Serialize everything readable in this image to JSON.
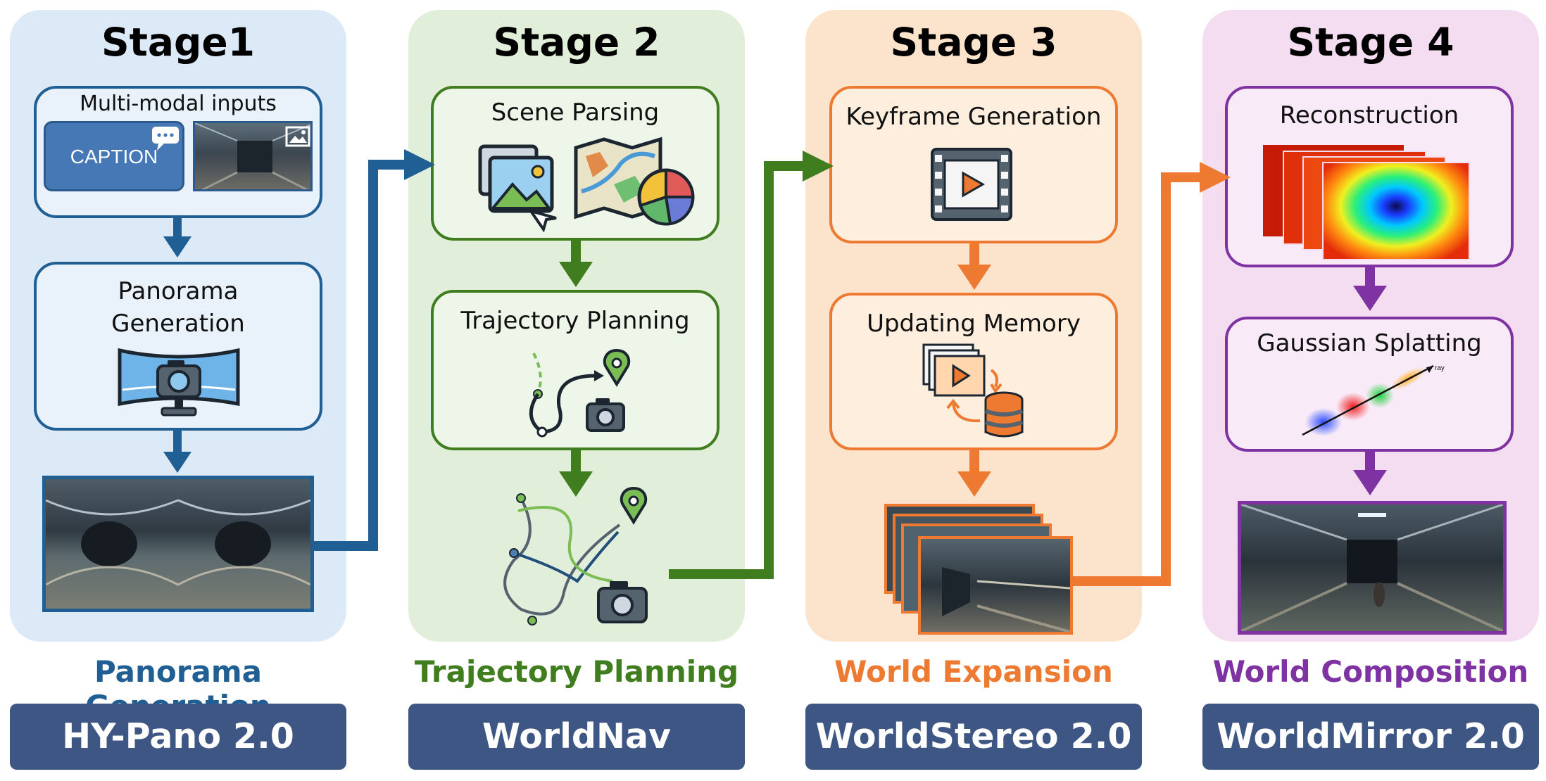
{
  "stages": [
    {
      "title": "Stage1",
      "category": "Panorama Generation",
      "model": "HY-Pano 2.0",
      "color": "#1f5f93",
      "bg": "#dce9f7",
      "boxes": [
        "Multi-modal inputs",
        "Panorama Generation"
      ]
    },
    {
      "title": "Stage 2",
      "category": "Trajectory Planning",
      "model": "WorldNav",
      "color": "#3f7d1f",
      "bg": "#e1eed9",
      "boxes": [
        "Scene Parsing",
        "Trajectory Planning"
      ]
    },
    {
      "title": "Stage 3",
      "category": "World Expansion",
      "model": "WorldStereo 2.0",
      "color": "#ee7a32",
      "bg": "#fbe3cc",
      "boxes": [
        "Keyframe Generation",
        "Updating Memory"
      ]
    },
    {
      "title": "Stage 4",
      "category": "World Composition",
      "model": "WorldMirror 2.0",
      "color": "#7f33a3",
      "bg": "#f4dcf1",
      "boxes": [
        "Reconstruction",
        "Gaussian Splatting"
      ]
    }
  ],
  "caption_label": "CAPTION",
  "panorama_label_line1": "Panorama",
  "panorama_label_line2": "Generation",
  "ray_label": "ray"
}
